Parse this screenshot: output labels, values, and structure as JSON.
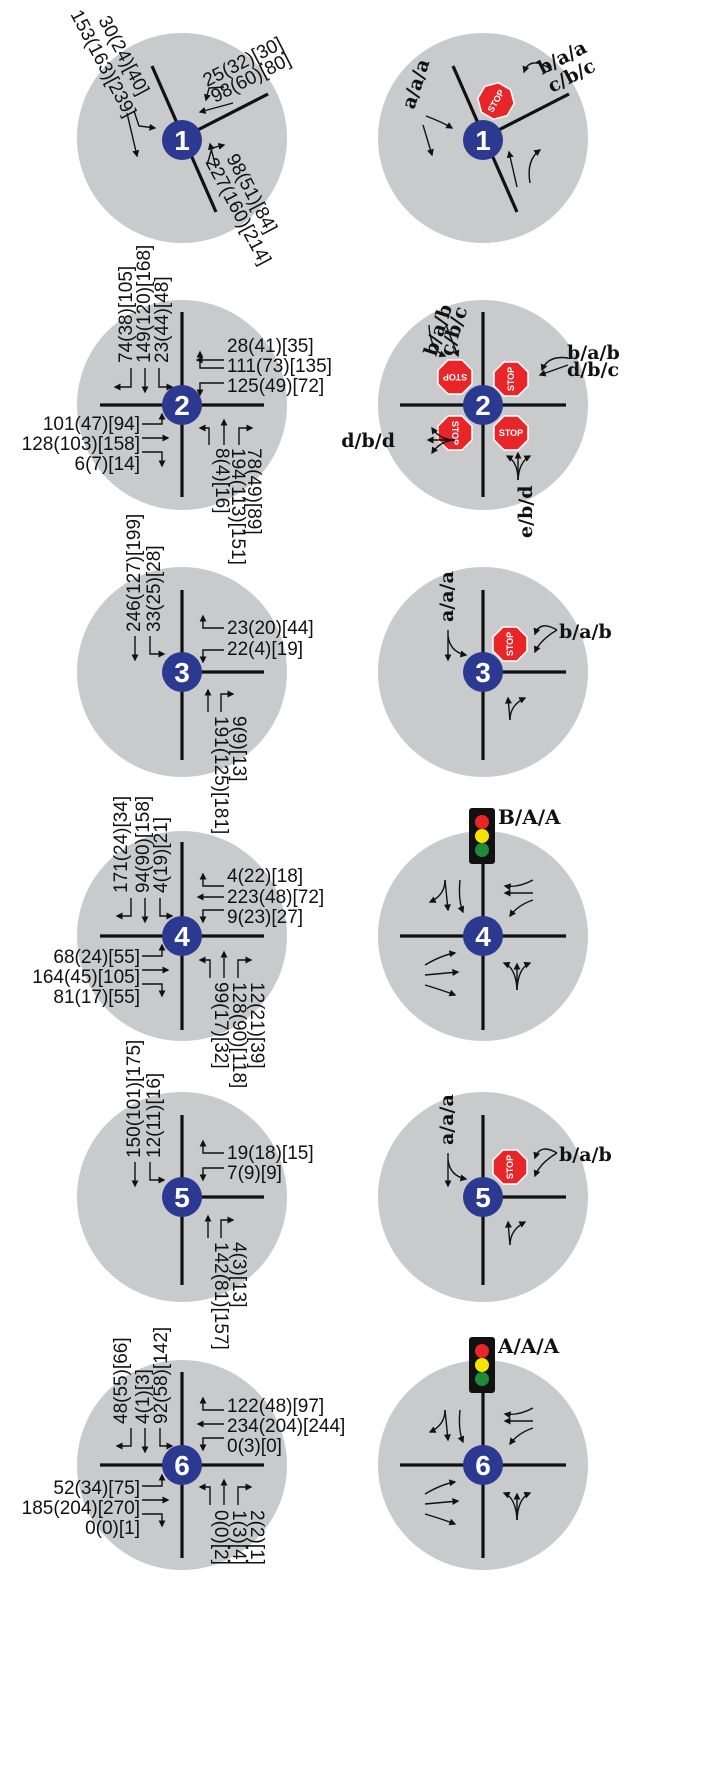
{
  "intersections": [
    {
      "id": "1",
      "volumes": {
        "a": "153(163)[239]",
        "b": "30(24)[40]",
        "c": "25(32)[30]",
        "d": "98(60)[80]",
        "e": "98(51)[84]",
        "f": "227(160)[214]"
      },
      "los": {
        "a": "a/a/a",
        "b": "b/a/a",
        "c": "c/b/c"
      }
    },
    {
      "id": "2",
      "volumes": {
        "a": "74(38)[105]",
        "b": "149(120)[168]",
        "c": "23(44)[48]",
        "d": "28(41)[35]",
        "e": "111(73)[135]",
        "f": "125(49)[72]",
        "g": "101(47)[94]",
        "h": "128(103)[158]",
        "i": "6(7)[14]",
        "j": "8(4)[16]",
        "k": "194(113)[151]",
        "l": "78(49)[89]"
      },
      "los": {
        "a": "b/a/b",
        "b": "c/b/c",
        "c": "b/a/b",
        "d": "d/b/c",
        "e": "d/b/d",
        "f": "e/b/d"
      }
    },
    {
      "id": "3",
      "volumes": {
        "a": "246(127)[199]",
        "b": "33(25)[28]",
        "c": "23(20)[44]",
        "d": "22(4)[19]",
        "e": "191(125)[181]",
        "f": "9(9)[13]"
      },
      "los": {
        "a": "a/a/a",
        "b": "b/a/b"
      }
    },
    {
      "id": "4",
      "volumes": {
        "a": "171(24)[34]",
        "b": "94(90)[158]",
        "c": "4(19)[21]",
        "d": "4(22)[18]",
        "e": "223(48)[72]",
        "f": "9(23)[27]",
        "g": "68(24)[55]",
        "h": "164(45)[105]",
        "i": "81(17)[55]",
        "j": "99(17)[32]",
        "k": "128(90)[118]",
        "l": "12(21)[39]"
      },
      "signal_los": "B/A/A"
    },
    {
      "id": "5",
      "volumes": {
        "a": "150(101)[175]",
        "b": "12(11)[16]",
        "c": "19(18)[15]",
        "d": "7(9)[9]",
        "e": "142(81)[157]",
        "f": "4(3)[13]"
      },
      "los": {
        "a": "a/a/a",
        "b": "b/a/b"
      }
    },
    {
      "id": "6",
      "volumes": {
        "a": "48(55)[66]",
        "b": "4(1)[3]",
        "c": "92(58)[142]",
        "d": "122(48)[97]",
        "e": "234(204)[244]",
        "f": "0(3)[0]",
        "g": "52(34)[75]",
        "h": "185(204)[270]",
        "i": "0(0)[1]",
        "j": "0(0)[2]",
        "k": "1(3)[4]",
        "l": "2(2)[1]"
      },
      "signal_los": "A/A/A"
    }
  ],
  "stop_sign_label": "STOP",
  "colors": {
    "circle": "#c9cacc",
    "badge": "#2b3990",
    "stop": "#e8262a",
    "road": "#111111",
    "signal_red": "#e8262a",
    "signal_yellow": "#f5e400",
    "signal_green": "#1f8a3a"
  }
}
